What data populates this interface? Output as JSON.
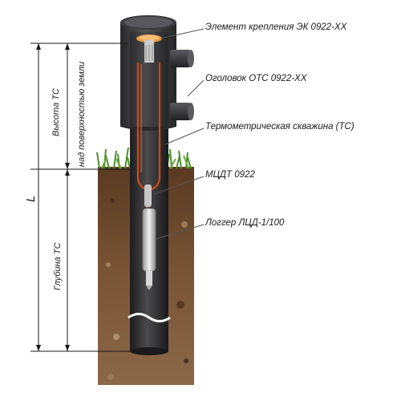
{
  "labels": {
    "mount_element": "Элемент крепления ЭК 0922-ХХ",
    "head": "Оголовок ОТС 0922-ХХ",
    "borehole": "Термометрическая скважина (ТС)",
    "sensor": "МЦДТ 0922",
    "logger": "Логгер ЛЦД-1/100"
  },
  "dimensions": {
    "height_line1": "Высота ТС",
    "height_line2": "над поверхностью земли",
    "depth": "Глубина ТС",
    "total": "L"
  },
  "colors": {
    "pipe": "#2f2f31",
    "cable": "#d24a18",
    "soil": "#6b4a2e",
    "grass": "#4f8d2a",
    "cap": "#f0a048"
  }
}
